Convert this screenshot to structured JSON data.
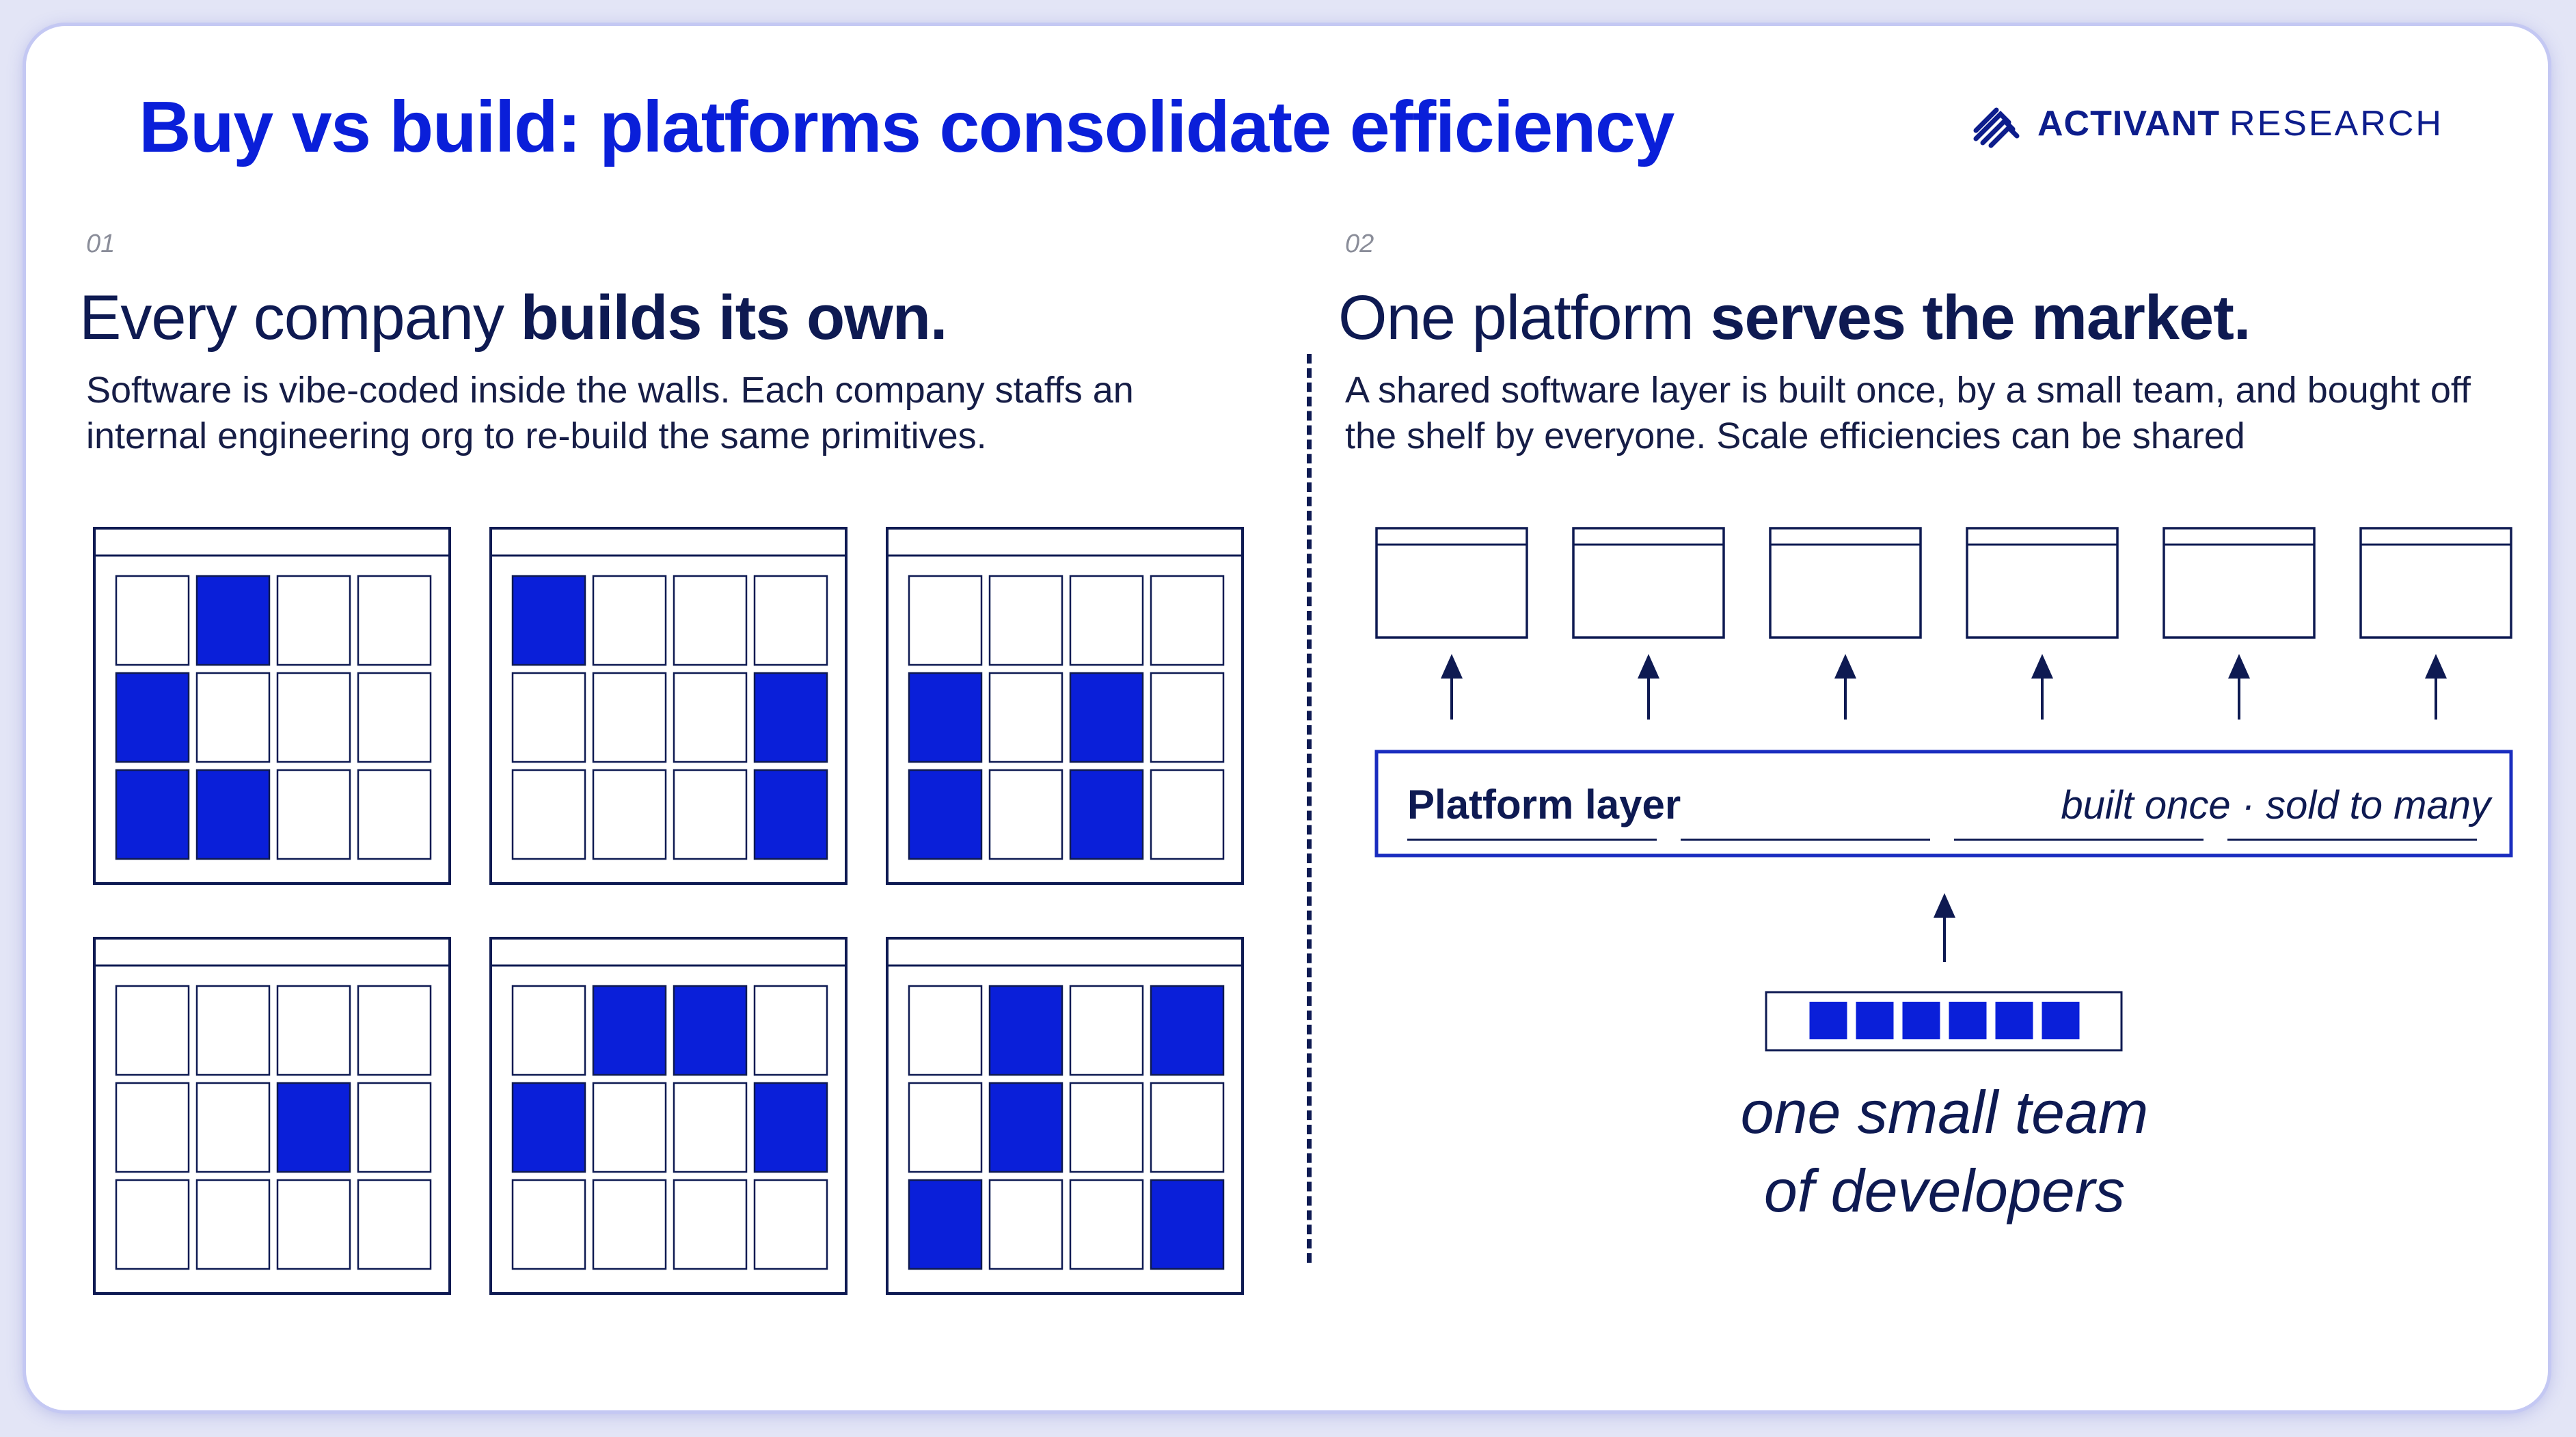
{
  "header": {
    "title": "Buy vs build: platforms consolidate efficiency",
    "logo_brand": "ACTIVANT",
    "logo_sub": "RESEARCH",
    "logo_icon": "activant-stripes-icon"
  },
  "left": {
    "number": "01",
    "heading_plain": "Every company ",
    "heading_bold": "builds its own.",
    "description": "Software is vibe-coded inside the walls. Each company staffs an internal engineering org to re-build the same primitives.",
    "company_grids": [
      [
        [
          0,
          1,
          0,
          0
        ],
        [
          1,
          0,
          0,
          0
        ],
        [
          1,
          1,
          0,
          0
        ]
      ],
      [
        [
          1,
          0,
          0,
          0
        ],
        [
          0,
          0,
          0,
          1
        ],
        [
          0,
          0,
          0,
          1
        ]
      ],
      [
        [
          0,
          0,
          0,
          0
        ],
        [
          1,
          0,
          1,
          0
        ],
        [
          1,
          0,
          1,
          0
        ]
      ],
      [
        [
          0,
          0,
          0,
          0
        ],
        [
          0,
          0,
          1,
          0
        ],
        [
          0,
          0,
          0,
          0
        ]
      ],
      [
        [
          0,
          1,
          1,
          0
        ],
        [
          1,
          0,
          0,
          1
        ],
        [
          0,
          0,
          0,
          0
        ]
      ],
      [
        [
          0,
          1,
          0,
          1
        ],
        [
          0,
          1,
          0,
          0
        ],
        [
          1,
          0,
          0,
          1
        ]
      ]
    ]
  },
  "right": {
    "number": "02",
    "heading_plain": "One platform ",
    "heading_bold": "serves the market.",
    "description": "A shared software layer is built once, by a small team, and bought off the shelf by everyone. Scale efficiencies can be shared",
    "customer_count": 6,
    "platform_label": "Platform layer",
    "platform_tagline": "built once · sold to many",
    "team_size": 6,
    "team_label_line1": "one small team",
    "team_label_line2": "of developers"
  },
  "colors": {
    "accent": "#0a1fd9",
    "navy": "#0e1a52",
    "fill": "#0a1fd9"
  }
}
